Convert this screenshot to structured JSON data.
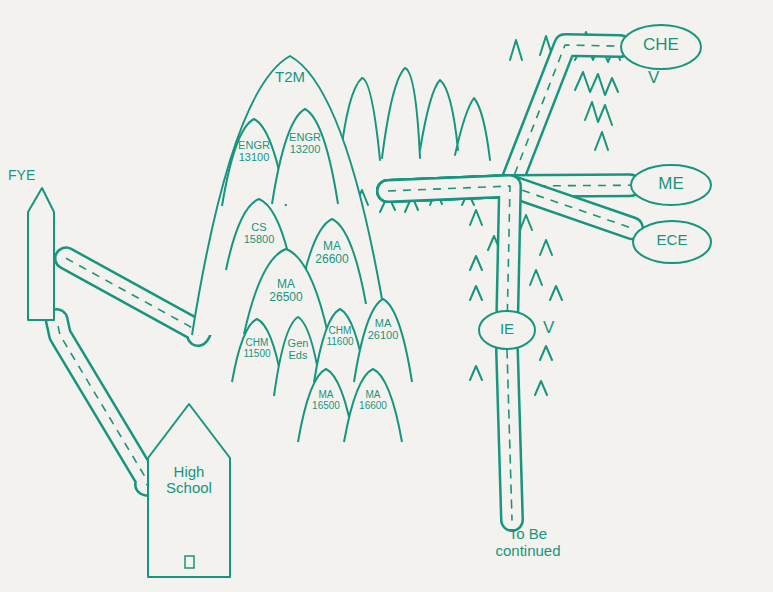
{
  "diagram": {
    "nodes": [
      {
        "text": [
          "FYE"
        ]
      },
      {
        "text": [
          "T2M"
        ]
      },
      {
        "text": [
          "ENGR 13100"
        ]
      },
      {
        "text": [
          "ENGR 13200"
        ]
      },
      {
        "text": [
          "CS 15800"
        ]
      },
      {
        "text": [
          "MA 26600"
        ]
      },
      {
        "text": [
          "MA 26500"
        ]
      },
      {
        "text": [
          "CHM 11500"
        ]
      },
      {
        "text": [
          "Gen Eds"
        ]
      },
      {
        "text": [
          "CHM 11600"
        ]
      },
      {
        "text": [
          "MA 26100"
        ]
      },
      {
        "text": [
          "MA 16500"
        ]
      },
      {
        "text": [
          "MA 16600"
        ]
      },
      {
        "text": [
          "CHE"
        ]
      },
      {
        "text": [
          "ME"
        ]
      },
      {
        "text": [
          "ECE"
        ]
      },
      {
        "text": [
          "IE"
        ]
      },
      {
        "text": [
          "High School"
        ]
      }
    ],
    "edges": [
      {
        "from": 17,
        "to": 0,
        "arrow": "none"
      },
      {
        "from": 0,
        "to": 1,
        "arrow": "none"
      },
      {
        "from": 1,
        "to": 13,
        "arrow": "none"
      },
      {
        "from": 1,
        "to": 14,
        "arrow": "none"
      },
      {
        "from": 1,
        "to": 15,
        "arrow": "none"
      },
      {
        "from": 1,
        "to": 16,
        "arrow": "none"
      }
    ],
    "labels": [
      "V",
      "V",
      "To Be continued"
    ]
  }
}
